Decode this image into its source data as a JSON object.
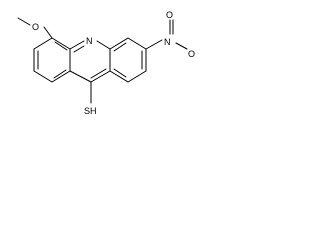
{
  "molecule": {
    "atoms": {
      "ring_nitrogen": "N",
      "ether_oxygen": "O",
      "nitro_nitrogen": "N",
      "nitro_oxygen_top": "O",
      "nitro_oxygen_right": "O",
      "thiol": "SH"
    },
    "colors": {
      "line": "#000000",
      "background": "#ffffff"
    }
  }
}
